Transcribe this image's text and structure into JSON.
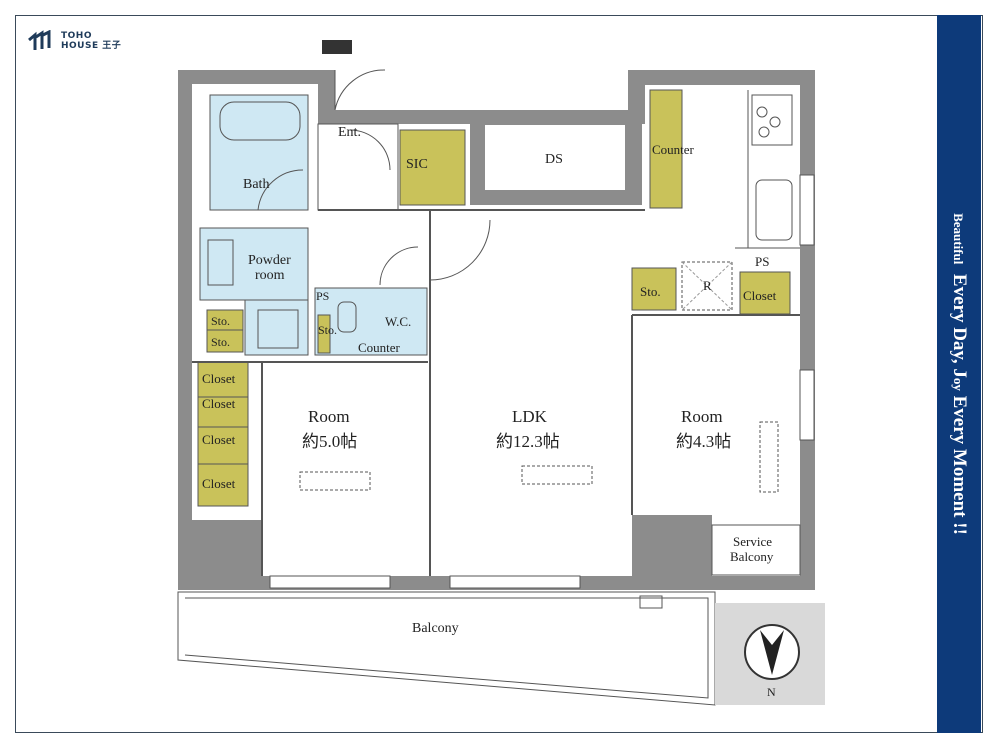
{
  "logo": {
    "line1": "TOHO",
    "line2": "HOUSE 王子"
  },
  "banner": {
    "word1": "Beautiful",
    "rest": "Every Day, J",
    "oy": "oy",
    "rest2": " Every Moment !!"
  },
  "rooms": {
    "ent": "Ent.",
    "sic": "SIC",
    "ds": "DS",
    "counter_kitchen": "Counter",
    "bath": "Bath",
    "powder1": "Powder",
    "powder2": "room",
    "sto1": "Sto.",
    "sto2": "Sto.",
    "ps1": "PS",
    "sto_wc": "Sto.",
    "wc": "W.C.",
    "counter_wc": "Counter",
    "sto_ldk": "Sto.",
    "r": "R",
    "ps2": "PS",
    "closet_right": "Closet",
    "closets": [
      "Closet",
      "Closet",
      "Closet",
      "Closet"
    ],
    "room1_name": "Room",
    "room1_size": "約5.0帖",
    "ldk_name": "LDK",
    "ldk_size": "約12.3帖",
    "room2_name": "Room",
    "room2_size": "約4.3帖",
    "service1": "Service",
    "service2": "Balcony",
    "balcony": "Balcony",
    "north": "N"
  },
  "colors": {
    "banner": "#0d3a7a",
    "wall": "#8c8c8c",
    "wet": "#cfe8f3",
    "storage": "#c9c25a"
  }
}
